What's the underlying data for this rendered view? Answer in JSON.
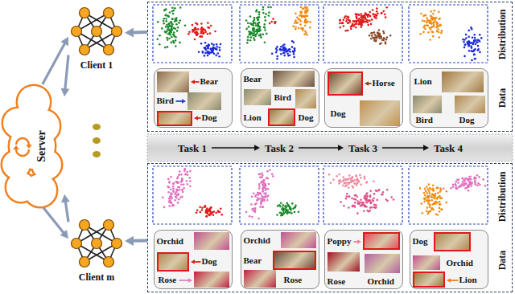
{
  "diagram": {
    "nodes": [
      {
        "text": [
          "Server"
        ]
      },
      {
        "text": [
          "Client 1"
        ]
      },
      {
        "text": [
          "Client m"
        ]
      },
      {
        "text": [
          "Distribution",
          "Data"
        ]
      },
      {
        "text": [
          "Bear",
          "Bird",
          "Dog"
        ],
        "in": 3
      },
      {
        "text": [
          "Bear",
          "Bird",
          "Dog",
          "Lion"
        ],
        "in": 3
      },
      {
        "text": [
          "Horse",
          "Dog"
        ],
        "in": 3
      },
      {
        "text": [
          "Lion",
          "Bird",
          "Dog"
        ],
        "in": 3
      },
      {
        "text": [
          "Task 1"
        ]
      },
      {
        "text": [
          "Task 2"
        ]
      },
      {
        "text": [
          "Task 3"
        ]
      },
      {
        "text": [
          "Task 4"
        ]
      },
      {
        "text": [
          "Distribution",
          "Data"
        ]
      },
      {
        "text": [
          "Orchid",
          "Dog",
          "Rose"
        ],
        "in": 12
      },
      {
        "text": [
          "Orchid",
          "Rose",
          "Bear"
        ],
        "in": 12
      },
      {
        "text": [
          "Poppy",
          "Rose",
          "Orchid"
        ],
        "in": 12
      },
      {
        "text": [
          "Dog",
          "Orchid",
          "Lion"
        ],
        "in": 12
      }
    ],
    "edges": [
      {
        "from": 0,
        "to": 1,
        "arrow": "to"
      },
      {
        "from": 1,
        "to": 0,
        "arrow": "to"
      },
      {
        "from": 0,
        "to": 2,
        "arrow": "to"
      },
      {
        "from": 2,
        "to": 0,
        "arrow": "to"
      },
      {
        "from": 3,
        "to": 1,
        "arrow": "to"
      },
      {
        "from": 12,
        "to": 2,
        "arrow": "to"
      },
      {
        "from": 8,
        "to": 9,
        "arrow": "to"
      },
      {
        "from": 9,
        "to": 10,
        "arrow": "to"
      },
      {
        "from": 10,
        "to": 11,
        "arrow": "to"
      }
    ]
  }
}
